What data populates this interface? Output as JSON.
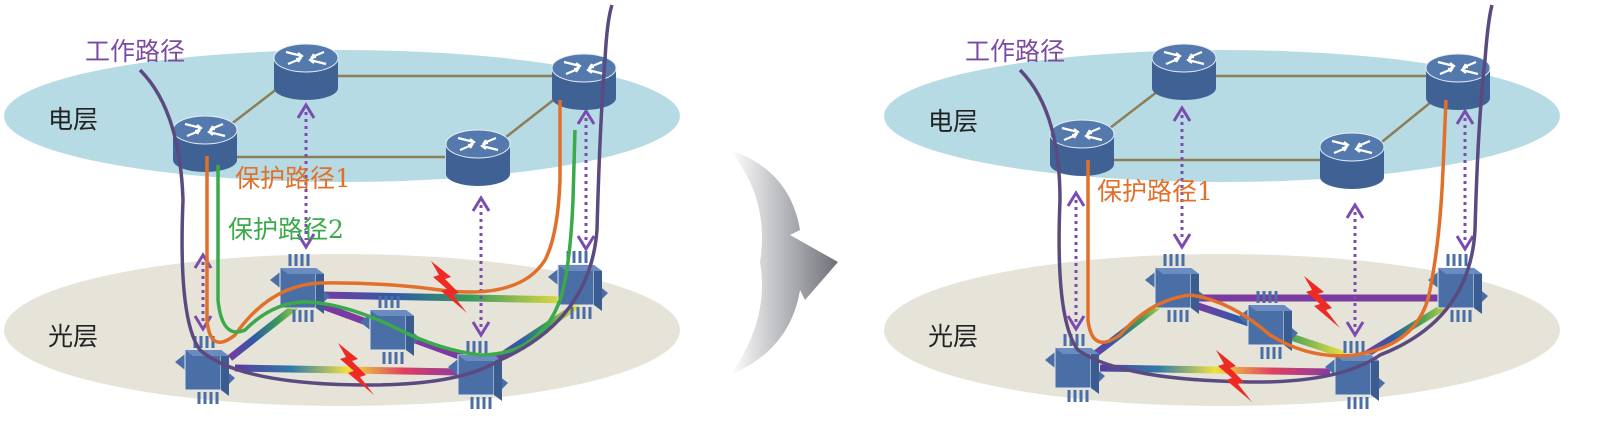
{
  "colors": {
    "electric_layer": "#b7dbe4",
    "optical_layer": "#e6e3d9",
    "working_path": "#5b4a80",
    "protection_path_1": "#e0702a",
    "protection_path_2": "#3aaa4a",
    "router": "#44679b",
    "fault": "#ee2a24"
  },
  "left": {
    "working_path_label": "工作路径",
    "electric_layer_label": "电层",
    "optical_layer_label": "光层",
    "protection_path_1_label": "保护路径1",
    "protection_path_2_label": "保护路径2"
  },
  "right": {
    "working_path_label": "工作路径",
    "electric_layer_label": "电层",
    "optical_layer_label": "光层",
    "protection_path_1_label": "保护路径1"
  },
  "icons": [
    "router-icon",
    "optical-switch-icon",
    "fault-lightning-icon",
    "transition-arrow-icon"
  ]
}
